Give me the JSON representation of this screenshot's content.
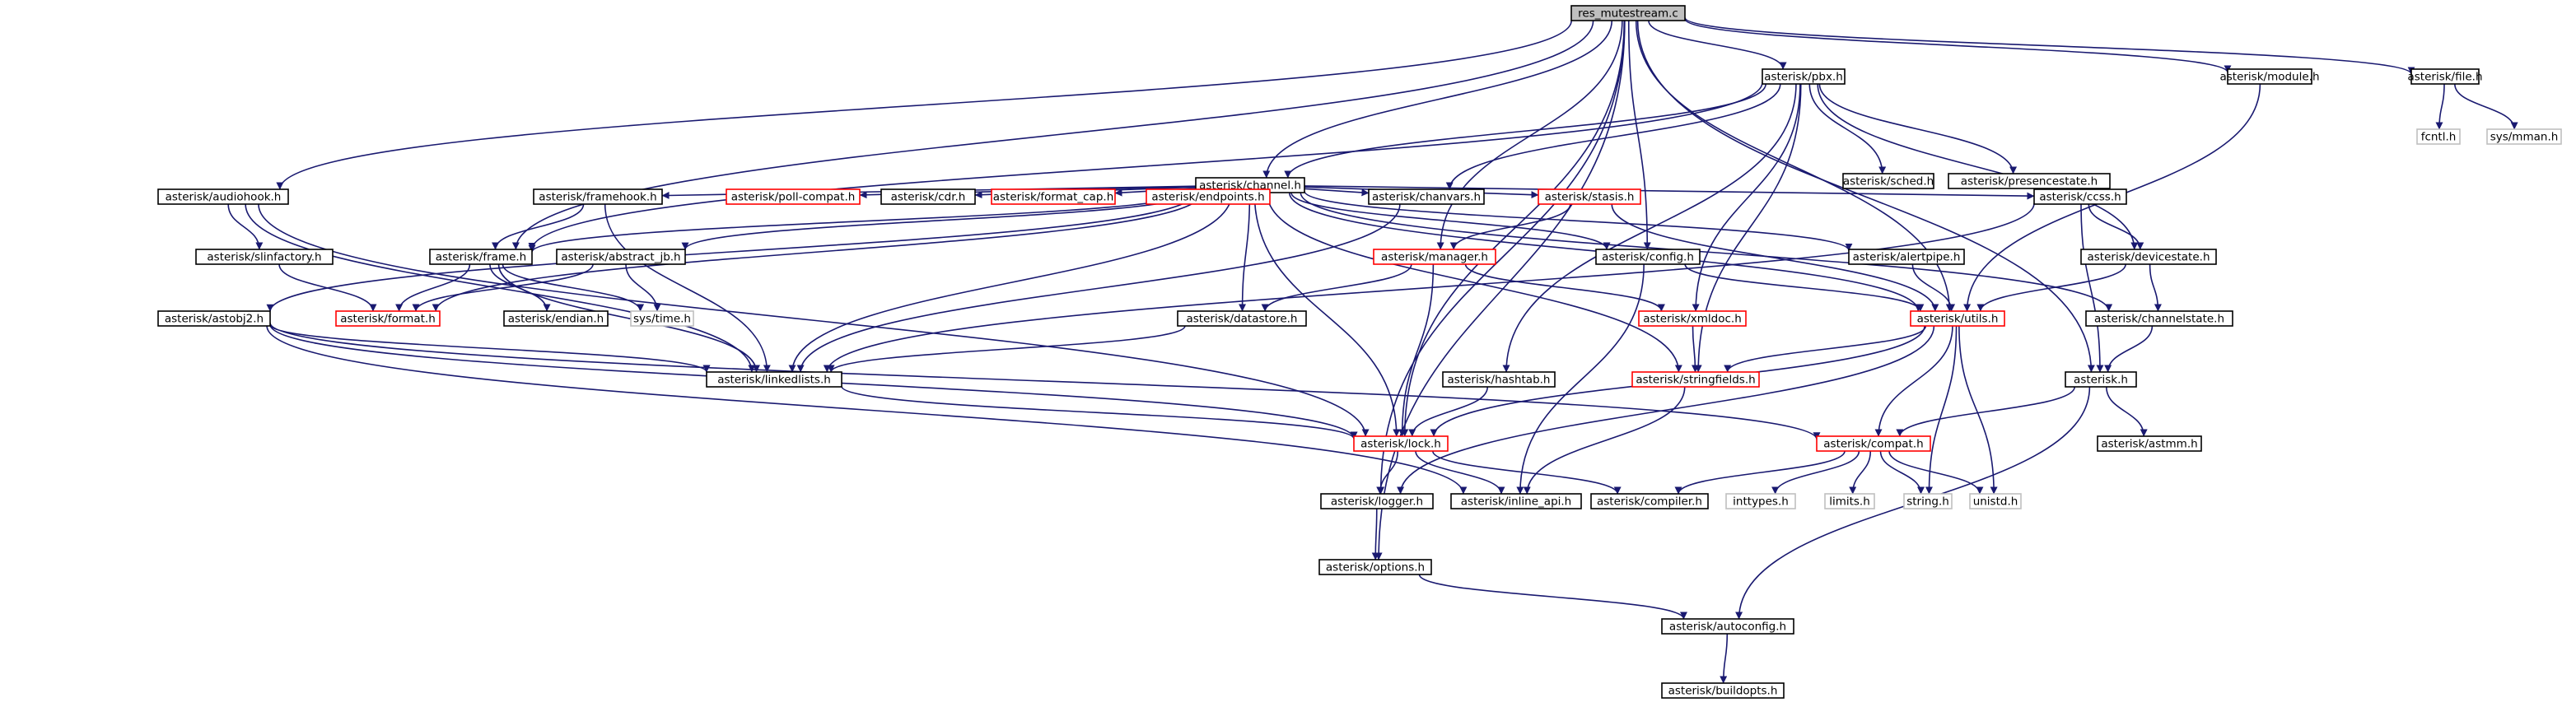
{
  "colors": {
    "edge": "#191970",
    "box_normal": "#000000",
    "box_incomplete": "#ff0000",
    "box_system": "#bfbfbf",
    "box_root_fill": "#bfbfbf",
    "text_system": "#7f7f7f"
  },
  "nodes": [
    {
      "id": "root",
      "label": "res_mutestream.c",
      "style": "root"
    },
    {
      "id": "pbx",
      "label": "asterisk/pbx.h",
      "style": "normal"
    },
    {
      "id": "module",
      "label": "asterisk/module.h",
      "style": "normal"
    },
    {
      "id": "file",
      "label": "asterisk/file.h",
      "style": "normal"
    },
    {
      "id": "fcntl",
      "label": "fcntl.h",
      "style": "system"
    },
    {
      "id": "mman",
      "label": "sys/mman.h",
      "style": "system"
    },
    {
      "id": "channel",
      "label": "asterisk/channel.h",
      "style": "normal"
    },
    {
      "id": "sched",
      "label": "asterisk/sched.h",
      "style": "normal"
    },
    {
      "id": "presencestate",
      "label": "asterisk/presencestate.h",
      "style": "normal"
    },
    {
      "id": "audiohook",
      "label": "asterisk/audiohook.h",
      "style": "normal"
    },
    {
      "id": "framehook",
      "label": "asterisk/framehook.h",
      "style": "normal"
    },
    {
      "id": "pollcompat",
      "label": "asterisk/poll-compat.h",
      "style": "incomplete"
    },
    {
      "id": "cdr",
      "label": "asterisk/cdr.h",
      "style": "normal"
    },
    {
      "id": "formatcap",
      "label": "asterisk/format_cap.h",
      "style": "incomplete"
    },
    {
      "id": "endpoints",
      "label": "asterisk/endpoints.h",
      "style": "incomplete"
    },
    {
      "id": "chanvars",
      "label": "asterisk/chanvars.h",
      "style": "normal"
    },
    {
      "id": "stasis",
      "label": "asterisk/stasis.h",
      "style": "incomplete"
    },
    {
      "id": "ccss",
      "label": "asterisk/ccss.h",
      "style": "normal"
    },
    {
      "id": "slinfactory",
      "label": "asterisk/slinfactory.h",
      "style": "normal"
    },
    {
      "id": "frame",
      "label": "asterisk/frame.h",
      "style": "normal"
    },
    {
      "id": "abstractjb",
      "label": "asterisk/abstract_jb.h",
      "style": "normal"
    },
    {
      "id": "manager",
      "label": "asterisk/manager.h",
      "style": "incomplete"
    },
    {
      "id": "config",
      "label": "asterisk/config.h",
      "style": "normal"
    },
    {
      "id": "alertpipe",
      "label": "asterisk/alertpipe.h",
      "style": "normal"
    },
    {
      "id": "devicestate",
      "label": "asterisk/devicestate.h",
      "style": "normal"
    },
    {
      "id": "format",
      "label": "asterisk/format.h",
      "style": "incomplete"
    },
    {
      "id": "endian",
      "label": "asterisk/endian.h",
      "style": "normal"
    },
    {
      "id": "systime",
      "label": "sys/time.h",
      "style": "system"
    },
    {
      "id": "astobj2",
      "label": "asterisk/astobj2.h",
      "style": "normal"
    },
    {
      "id": "datastore",
      "label": "asterisk/datastore.h",
      "style": "normal"
    },
    {
      "id": "xmldoc",
      "label": "asterisk/xmldoc.h",
      "style": "incomplete"
    },
    {
      "id": "utils",
      "label": "asterisk/utils.h",
      "style": "incomplete"
    },
    {
      "id": "channelstate",
      "label": "asterisk/channelstate.h",
      "style": "normal"
    },
    {
      "id": "linkedlists",
      "label": "asterisk/linkedlists.h",
      "style": "normal"
    },
    {
      "id": "hashtab",
      "label": "asterisk/hashtab.h",
      "style": "normal"
    },
    {
      "id": "stringfields",
      "label": "asterisk/stringfields.h",
      "style": "incomplete"
    },
    {
      "id": "asterisk",
      "label": "asterisk.h",
      "style": "normal"
    },
    {
      "id": "lock",
      "label": "asterisk/lock.h",
      "style": "incomplete"
    },
    {
      "id": "compat",
      "label": "asterisk/compat.h",
      "style": "incomplete"
    },
    {
      "id": "astmm",
      "label": "asterisk/astmm.h",
      "style": "normal"
    },
    {
      "id": "logger",
      "label": "asterisk/logger.h",
      "style": "normal"
    },
    {
      "id": "inlineapi",
      "label": "asterisk/inline_api.h",
      "style": "normal"
    },
    {
      "id": "compiler",
      "label": "asterisk/compiler.h",
      "style": "normal"
    },
    {
      "id": "inttypes",
      "label": "inttypes.h",
      "style": "system"
    },
    {
      "id": "limits",
      "label": "limits.h",
      "style": "system"
    },
    {
      "id": "string",
      "label": "string.h",
      "style": "system"
    },
    {
      "id": "unistd",
      "label": "unistd.h",
      "style": "system"
    },
    {
      "id": "options",
      "label": "asterisk/options.h",
      "style": "normal"
    },
    {
      "id": "autoconfig",
      "label": "asterisk/autoconfig.h",
      "style": "normal"
    },
    {
      "id": "buildopts",
      "label": "asterisk/buildopts.h",
      "style": "normal"
    }
  ],
  "edges": [
    [
      "root",
      "pbx"
    ],
    [
      "root",
      "module"
    ],
    [
      "root",
      "file"
    ],
    [
      "root",
      "channel"
    ],
    [
      "root",
      "audiohook"
    ],
    [
      "root",
      "frame"
    ],
    [
      "root",
      "manager"
    ],
    [
      "root",
      "config"
    ],
    [
      "root",
      "utils"
    ],
    [
      "root",
      "asterisk"
    ],
    [
      "root",
      "lock"
    ],
    [
      "root",
      "logger"
    ],
    [
      "root",
      "options"
    ],
    [
      "file",
      "fcntl"
    ],
    [
      "file",
      "mman"
    ],
    [
      "module",
      "utils"
    ],
    [
      "pbx",
      "channel"
    ],
    [
      "pbx",
      "sched"
    ],
    [
      "pbx",
      "presencestate"
    ],
    [
      "pbx",
      "devicestate"
    ],
    [
      "pbx",
      "chanvars"
    ],
    [
      "pbx",
      "hashtab"
    ],
    [
      "pbx",
      "xmldoc"
    ],
    [
      "pbx",
      "stringfields"
    ],
    [
      "pbx",
      "frame"
    ],
    [
      "channel",
      "framehook"
    ],
    [
      "channel",
      "pollcompat"
    ],
    [
      "channel",
      "cdr"
    ],
    [
      "channel",
      "formatcap"
    ],
    [
      "channel",
      "endpoints"
    ],
    [
      "channel",
      "chanvars"
    ],
    [
      "channel",
      "stasis"
    ],
    [
      "channel",
      "ccss"
    ],
    [
      "channel",
      "alertpipe"
    ],
    [
      "channel",
      "config"
    ],
    [
      "channel",
      "frame"
    ],
    [
      "channel",
      "abstractjb"
    ],
    [
      "channel",
      "format"
    ],
    [
      "channel",
      "astobj2"
    ],
    [
      "channel",
      "datastore"
    ],
    [
      "channel",
      "utils"
    ],
    [
      "channel",
      "channelstate"
    ],
    [
      "channel",
      "linkedlists"
    ],
    [
      "channel",
      "stringfields"
    ],
    [
      "channel",
      "lock"
    ],
    [
      "audiohook",
      "slinfactory"
    ],
    [
      "audiohook",
      "linkedlists"
    ],
    [
      "audiohook",
      "lock"
    ],
    [
      "slinfactory",
      "format"
    ],
    [
      "framehook",
      "frame"
    ],
    [
      "framehook",
      "linkedlists"
    ],
    [
      "frame",
      "format"
    ],
    [
      "frame",
      "endian"
    ],
    [
      "frame",
      "systime"
    ],
    [
      "frame",
      "linkedlists"
    ],
    [
      "abstractjb",
      "format"
    ],
    [
      "abstractjb",
      "systime"
    ],
    [
      "chanvars",
      "linkedlists"
    ],
    [
      "stasis",
      "manager"
    ],
    [
      "stasis",
      "utils"
    ],
    [
      "manager",
      "datastore"
    ],
    [
      "manager",
      "xmldoc"
    ],
    [
      "manager",
      "lock"
    ],
    [
      "config",
      "utils"
    ],
    [
      "config",
      "inlineapi"
    ],
    [
      "alertpipe",
      "utils"
    ],
    [
      "ccss",
      "devicestate"
    ],
    [
      "ccss",
      "linkedlists"
    ],
    [
      "ccss",
      "asterisk"
    ],
    [
      "devicestate",
      "utils"
    ],
    [
      "devicestate",
      "channelstate"
    ],
    [
      "channelstate",
      "asterisk"
    ],
    [
      "datastore",
      "linkedlists"
    ],
    [
      "xmldoc",
      "stringfields"
    ],
    [
      "utils",
      "stringfields"
    ],
    [
      "utils",
      "lock"
    ],
    [
      "utils",
      "logger"
    ],
    [
      "utils",
      "compat"
    ],
    [
      "utils",
      "string"
    ],
    [
      "utils",
      "unistd"
    ],
    [
      "astobj2",
      "linkedlists"
    ],
    [
      "astobj2",
      "lock"
    ],
    [
      "astobj2",
      "compat"
    ],
    [
      "astobj2",
      "inlineapi"
    ],
    [
      "linkedlists",
      "lock"
    ],
    [
      "hashtab",
      "lock"
    ],
    [
      "stringfields",
      "inlineapi"
    ],
    [
      "asterisk",
      "compat"
    ],
    [
      "asterisk",
      "astmm"
    ],
    [
      "asterisk",
      "autoconfig"
    ],
    [
      "compat",
      "compiler"
    ],
    [
      "compat",
      "inttypes"
    ],
    [
      "compat",
      "limits"
    ],
    [
      "compat",
      "string"
    ],
    [
      "compat",
      "unistd"
    ],
    [
      "lock",
      "logger"
    ],
    [
      "lock",
      "inlineapi"
    ],
    [
      "lock",
      "compiler"
    ],
    [
      "logger",
      "options"
    ],
    [
      "options",
      "autoconfig"
    ],
    [
      "autoconfig",
      "buildopts"
    ]
  ]
}
